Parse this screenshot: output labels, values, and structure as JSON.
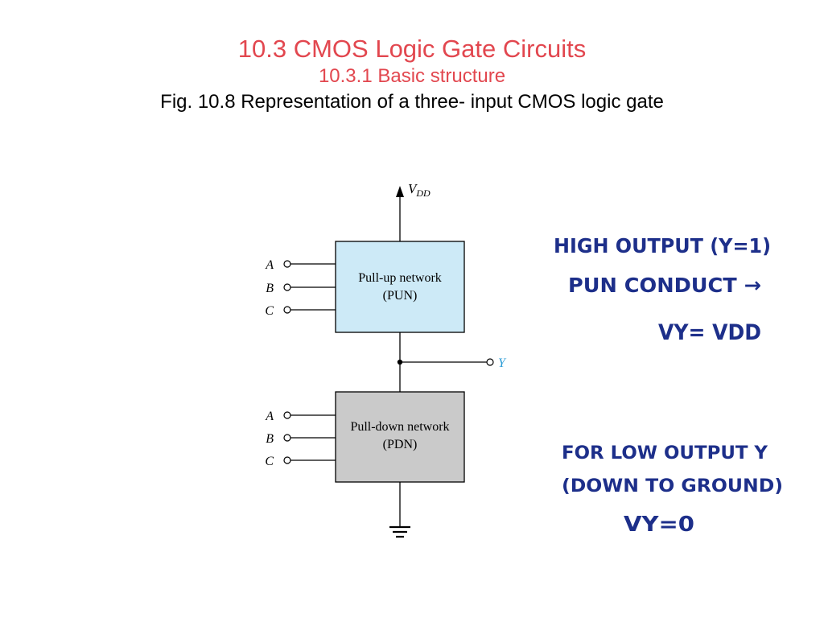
{
  "header": {
    "title": "10.3 CMOS Logic Gate Circuits",
    "subtitle": "10.3.1 Basic structure",
    "caption": "Fig. 10.8 Representation of a three- input CMOS logic gate"
  },
  "diagram": {
    "supply_label": "V",
    "supply_subscript": "DD",
    "pun": {
      "line1": "Pull-up network",
      "line2": "(PUN)",
      "fill": "#cdeaf7"
    },
    "pdn": {
      "line1": "Pull-down network",
      "line2": "(PDN)",
      "fill": "#cacaca"
    },
    "pun_inputs": [
      "A",
      "B",
      "C"
    ],
    "pdn_inputs": [
      "A",
      "B",
      "C"
    ],
    "output_label": "Y",
    "output_color": "#2a9bd6"
  },
  "notes": {
    "high": [
      "HIGH OUTPUT (Y=1)",
      "PUN CONDUCT →",
      "VY= VDD"
    ],
    "low": [
      "FOR LOW OUTPUT Y",
      "(DOWN TO GROUND)",
      "VY=0"
    ],
    "ink_color": "#1d2f8a"
  }
}
